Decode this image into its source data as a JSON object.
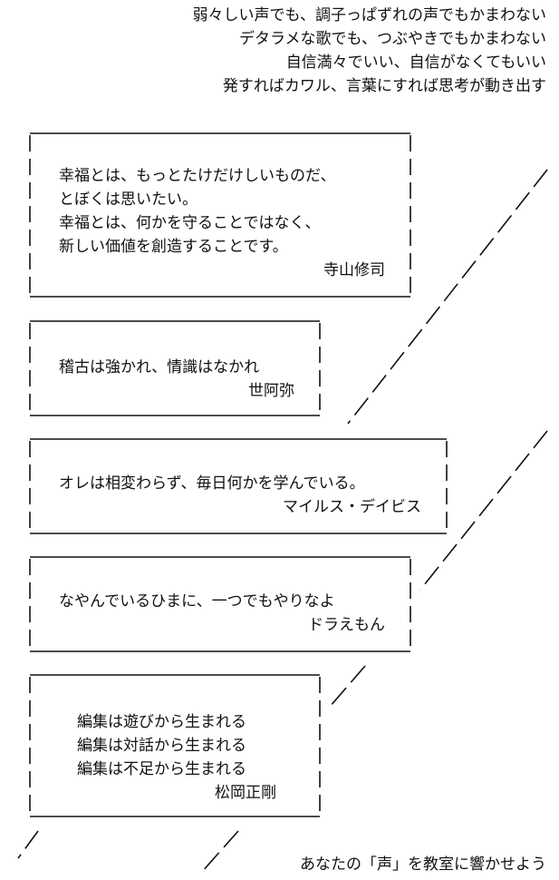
{
  "intro": [
    "弱々しい声でも、調子っぱずれの声でもかまわない",
    "デタラメな歌でも、つぶやきでもかまわない",
    "自信満々でいい、自信がなくてもいい",
    "発すればカワル、言葉にすれば思考が動き出す"
  ],
  "quotes": [
    {
      "lines": [
        "幸福とは、もっとたけだけしいものだ、",
        "とぼくは思いたい。",
        "幸福とは、何かを守ることではなく、",
        "新しい価値を創造することです。"
      ],
      "author": "寺山修司"
    },
    {
      "lines": [
        "稽古は強かれ、情識はなかれ"
      ],
      "author": "世阿弥"
    },
    {
      "lines": [
        "オレは相変わらず、毎日何かを学んでいる。"
      ],
      "author": "マイルス・デイビス"
    },
    {
      "lines": [
        "なやんでいるひまに、一つでもやりなよ"
      ],
      "author": "ドラえもん"
    },
    {
      "lines": [
        "編集は遊びから生まれる",
        "編集は対話から生まれる",
        "編集は不足から生まれる"
      ],
      "author": "松岡正剛"
    }
  ],
  "outro": "あなたの「声」を教室に響かせよう"
}
